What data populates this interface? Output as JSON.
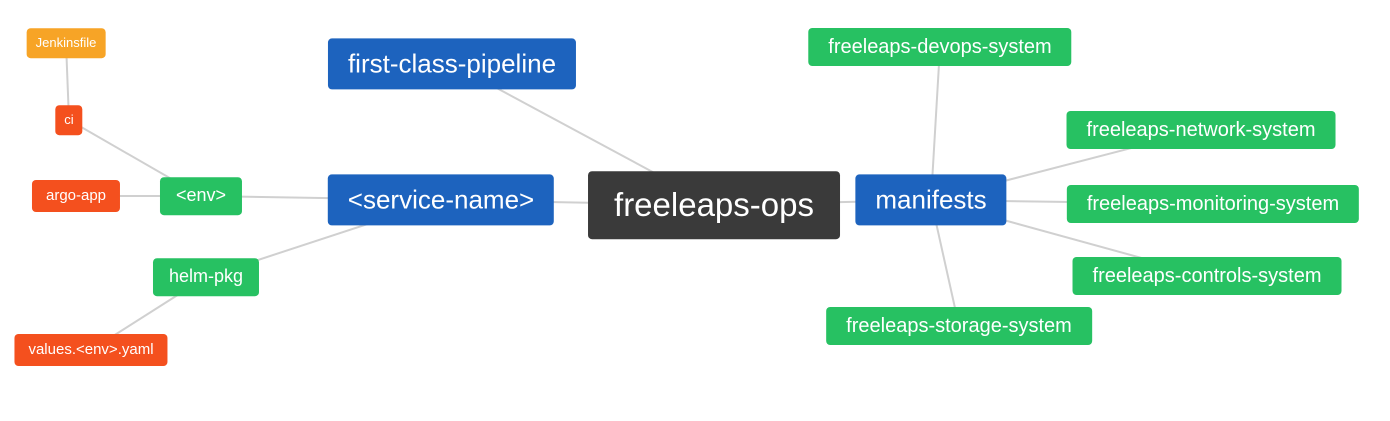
{
  "colors": {
    "node_blue": "#1d63be",
    "node_green": "#27c162",
    "node_red": "#f4501e",
    "node_amber": "#f7a426",
    "node_dark": "#3a3a3a",
    "edge_gray": "#d0d0d0",
    "node_text": "#ffffff"
  },
  "nodes": {
    "jenkinsfile": {
      "label": "Jenkinsfile"
    },
    "ci": {
      "label": "ci"
    },
    "argo_app": {
      "label": "argo-app"
    },
    "env": {
      "label": "<env>"
    },
    "service_name": {
      "label": "<service-name>"
    },
    "first_class_pipeline": {
      "label": "first-class-pipeline"
    },
    "helm_pkg": {
      "label": "helm-pkg"
    },
    "values_env_yaml": {
      "label": "values.<env>.yaml"
    },
    "freeleaps_ops": {
      "label": "freeleaps-ops"
    },
    "manifests": {
      "label": "manifests"
    },
    "devops_system": {
      "label": "freeleaps-devops-system"
    },
    "network_system": {
      "label": "freeleaps-network-system"
    },
    "monitoring_system": {
      "label": "freeleaps-monitoring-system"
    },
    "controls_system": {
      "label": "freeleaps-controls-system"
    },
    "storage_system": {
      "label": "freeleaps-storage-system"
    }
  }
}
